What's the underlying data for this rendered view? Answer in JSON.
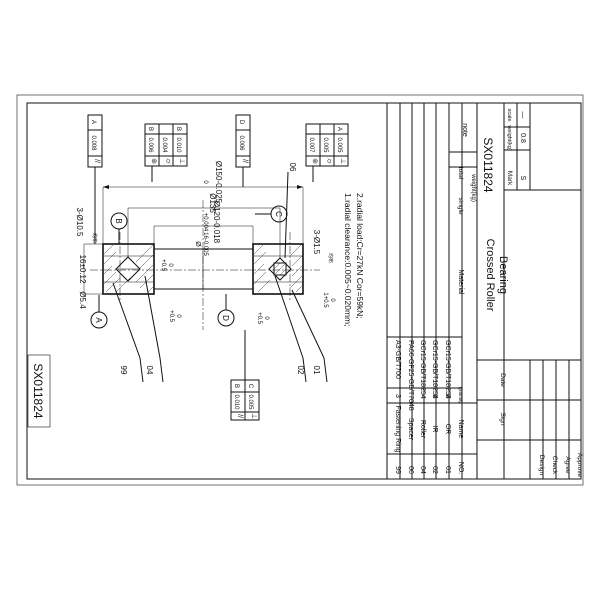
{
  "drawing_code": "SX011824",
  "product_name_line1": "Crossed Roller",
  "product_name_line2": "Bearing",
  "notes": {
    "note1": "1.radial clearance:0.005~0.020mm;",
    "note2": "2.radial load:Cr=27kN  Cor=59kN;"
  },
  "dimensions": {
    "od_main": "Ø150-0.025",
    "od_main_tol": "0",
    "od_inner": "Ø135",
    "bore": "Ø120-0.018",
    "bore_tol": "+0.004",
    "groove": "Ø",
    "groove_tol": "16-0.005",
    "height": "16±0.12",
    "holes_top": "3-Ø10.5",
    "holes_top_sub": "均布",
    "holes_bottom": "3-Ø1.5",
    "holes_bottom_sub": "均布",
    "small_dia": "Ø5.4",
    "chamfer_a": "+0.5",
    "chamfer_a2": "0",
    "chamfer_b": "1+0.5",
    "chamfer_b2": "0",
    "chamfer_c": "+0.5",
    "chamfer_c2": "0",
    "chamfer_d": "+0.5",
    "chamfer_d2": "0"
  },
  "datums": [
    "A",
    "B",
    "C",
    "D"
  ],
  "tolerance_frames": [
    {
      "sym": "//",
      "val": "0.008",
      "ref": "A"
    },
    {
      "sym": "⊚",
      "val": "0.006",
      "ref": "B"
    },
    {
      "sym": "⌭",
      "val": "0.004",
      "ref": ""
    },
    {
      "sym": "⊥",
      "val": "0.010",
      "ref": "B"
    },
    {
      "sym": "//",
      "val": "0.006",
      "ref": "D"
    },
    {
      "sym": "⊚",
      "val": "0.007",
      "ref": ""
    },
    {
      "sym": "⌭",
      "val": "0.005",
      "ref": ""
    },
    {
      "sym": "⊥",
      "val": "0.005",
      "ref": "A"
    },
    {
      "sym": "//",
      "val": "0.010",
      "ref": "B"
    },
    {
      "sym": "⊥",
      "val": "0.005",
      "ref": "C"
    }
  ],
  "balloons": [
    "06",
    "99",
    "04",
    "02",
    "01"
  ],
  "parts": [
    {
      "no": "99",
      "name": "Fastening Ring",
      "qty": "3",
      "material": "A3-GB/T700"
    },
    {
      "no": "06",
      "name": "Spacer",
      "qty": "",
      "material": "PA66-GF25-GB/T7048"
    },
    {
      "no": "04",
      "name": "Roller",
      "qty": "",
      "material": "GCr15-GB/T18254"
    },
    {
      "no": "02",
      "name": "IR",
      "qty": "1",
      "material": "GCr15-GB/T18254"
    },
    {
      "no": "01",
      "name": "OR",
      "qty": "2",
      "material": "GCr15-GB/T18254"
    }
  ],
  "header": {
    "no": "NO.",
    "name": "Name",
    "quantity": "Quantity",
    "material": "Material"
  },
  "weights": {
    "single": "single",
    "total": "total",
    "weight_kg": "weight(kg)",
    "note": "note"
  },
  "title_block": {
    "mark": "Mark",
    "weight": "weight(kg)",
    "scale": "scale",
    "mark_val": "S",
    "weight_val": "0.8",
    "scale_val": "—"
  },
  "sign_rows": [
    "Design",
    "Check",
    "Agree",
    "Approve"
  ],
  "sign_cols": {
    "sign": "Sign",
    "date": "Date"
  }
}
